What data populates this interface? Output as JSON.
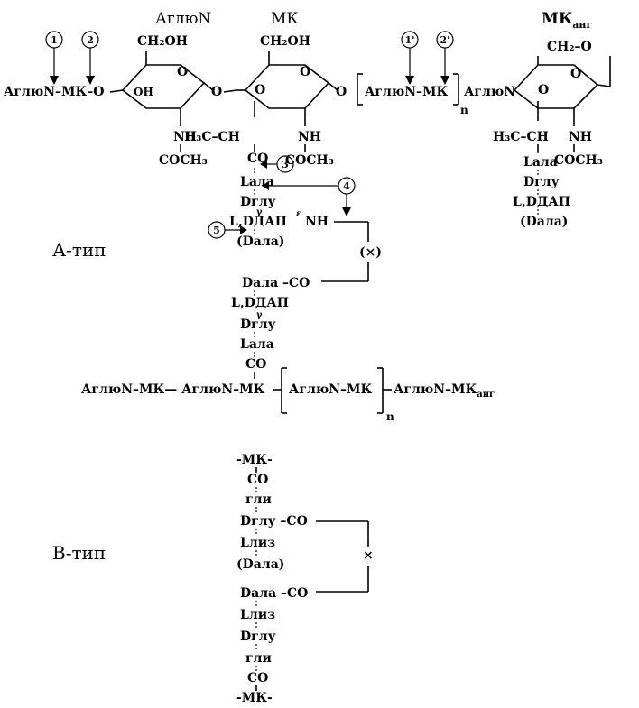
{
  "headers": {
    "aglun": "АглюN",
    "mk": "МК",
    "mk_ang_main": "МК",
    "mk_ang_sub": "анг"
  },
  "markers": [
    "1",
    "2",
    "3",
    "4",
    "5",
    "1'",
    "2'"
  ],
  "top": {
    "left_chain": "АглюN–МК–O",
    "ch2oh": "CH₂OH",
    "oh": "OH",
    "o": "O",
    "nh": "NH",
    "coch3": "COCH₃",
    "h3c_ch": "H₃C–CH",
    "co": "CO",
    "bracket_chain": "АглюN–МК",
    "n": "n",
    "aglun_right": "АглюN",
    "ch2_o": "CH₂–O"
  },
  "stem_a": {
    "lala": "Lала",
    "drglu": "Dглу",
    "gamma": "γ",
    "ldap": "L,DДАП",
    "epsilon": "ε",
    "nh": "NH",
    "dala_paren": "(Dала)"
  },
  "ang_stem": {
    "lala": "Lала",
    "drglu": "Dглу",
    "ldap": "L,DДАП",
    "dala_paren": "(Dала)"
  },
  "type_a": {
    "label": "А-тип",
    "cross": "(×)",
    "dala_co": "Dала –CO",
    "ldap": "L,DДАП",
    "gamma": "γ",
    "drglu": "Dглу",
    "lala": "Lала",
    "co": "CO",
    "chain_left": "АглюN–МК— АглюN–МК",
    "chain_bracket": "АглюN–МК",
    "chain_right": "АглюN–МК",
    "chain_right_sub": "анг",
    "n": "n"
  },
  "type_b": {
    "label": "В-тип",
    "mk_top": "-МК-",
    "co_top": "CO",
    "gli_top": "гли",
    "drglu_co": "Dглу –CO",
    "lliz_top": "Lлиз",
    "dala_paren": "(Dала)",
    "cross": "×",
    "dala_co": "Dала –CO",
    "lliz_bottom": "Lлиз",
    "drglu_bottom": "Dглу",
    "gli_bottom": "гли",
    "co_bottom": "CO",
    "mk_bottom": "-МК-"
  }
}
